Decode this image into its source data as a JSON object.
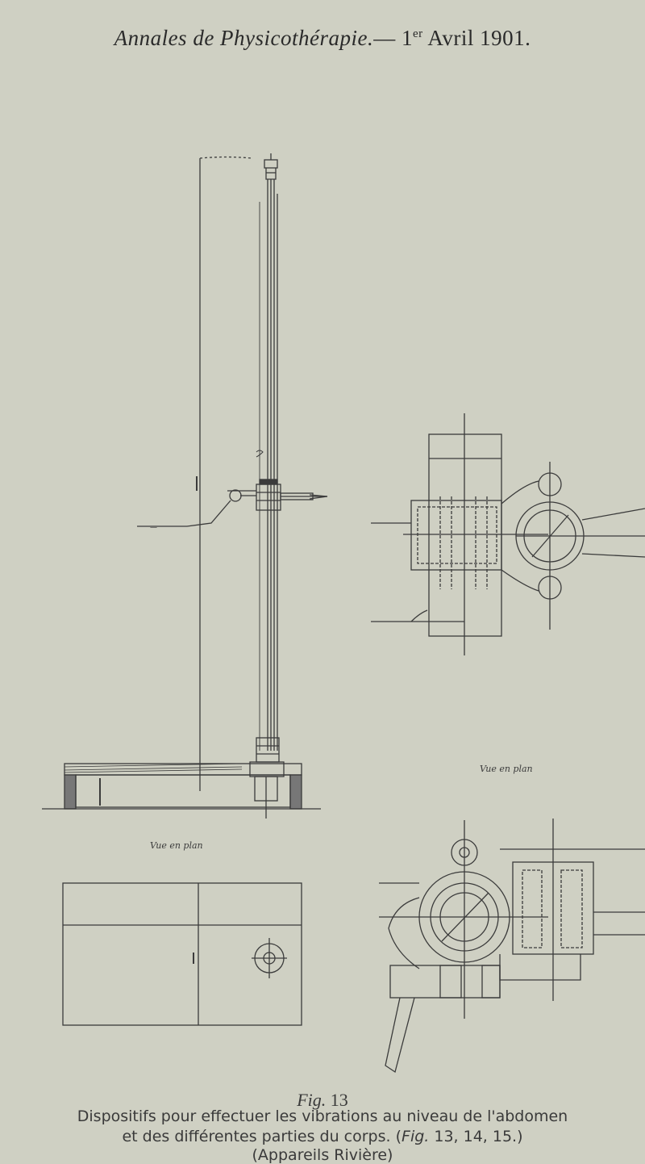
{
  "header": {
    "journal": "Annales de Physicothérapie.",
    "dash": "—",
    "day": "1",
    "day_sup": "er",
    "month_year": "Avril 1901."
  },
  "figure": {
    "label_prefix": "Fig.",
    "label_num": "13",
    "caption_line1": "Dispositifs pour effectuer les vibrations au niveau de l'abdomen",
    "caption_line2_a": "et des différentes parties du corps. (",
    "caption_line2_fig": "Fig.",
    "caption_line2_b": " 13, 14, 15.)",
    "caption_line3": "(Appareils Rivière)"
  },
  "annotations": {
    "vue_en_plan_1": "Vue en plan",
    "vue_en_plan_2": "Vue en plan"
  }
}
